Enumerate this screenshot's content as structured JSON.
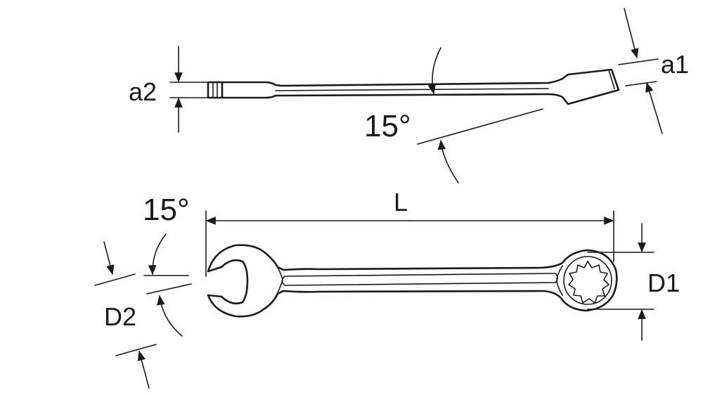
{
  "labels": {
    "a2": "a2",
    "a1": "a1",
    "angle_side": "15°",
    "angle_top": "15°",
    "length": "L",
    "D1": "D1",
    "D2": "D2"
  }
}
